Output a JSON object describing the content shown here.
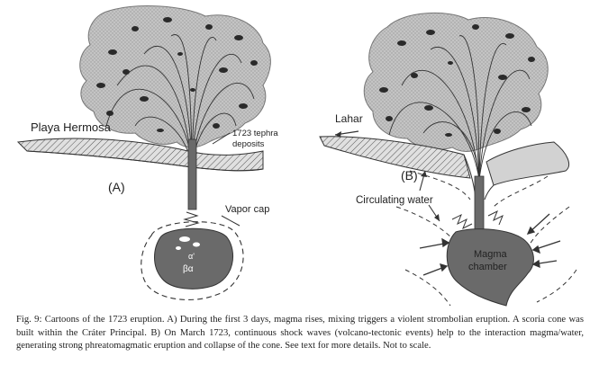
{
  "panel_a": {
    "label": "(A)",
    "place": "Playa Hermosa",
    "tephra_line1": "1723 tephra",
    "tephra_line2": "deposits",
    "vapor_cap": "Vapor cap",
    "alpha": "α'",
    "beta_alpha": "βα"
  },
  "panel_b": {
    "label": "(B)",
    "lahar": "Lahar",
    "water": "Circulating water",
    "chamber_line1": "Magma",
    "chamber_line2": "chamber"
  },
  "caption": "Fig. 9: Cartoons of the 1723 eruption. A) During the first 3 days, magma rises, mixing triggers a violent strombolian eruption. A scoria cone was built within the Cráter Principal. B) On March 1723, continuous shock waves (volcano-tectonic events) help to the interaction magma/water, generating strong phreatomagmatic eruption and collapse of the cone. See text for more details. Not to scale.",
  "colors": {
    "cloud": "#bdbdbd",
    "magma": "#6a6a6a",
    "ground": "#d2d2d2",
    "ink": "#222222"
  }
}
